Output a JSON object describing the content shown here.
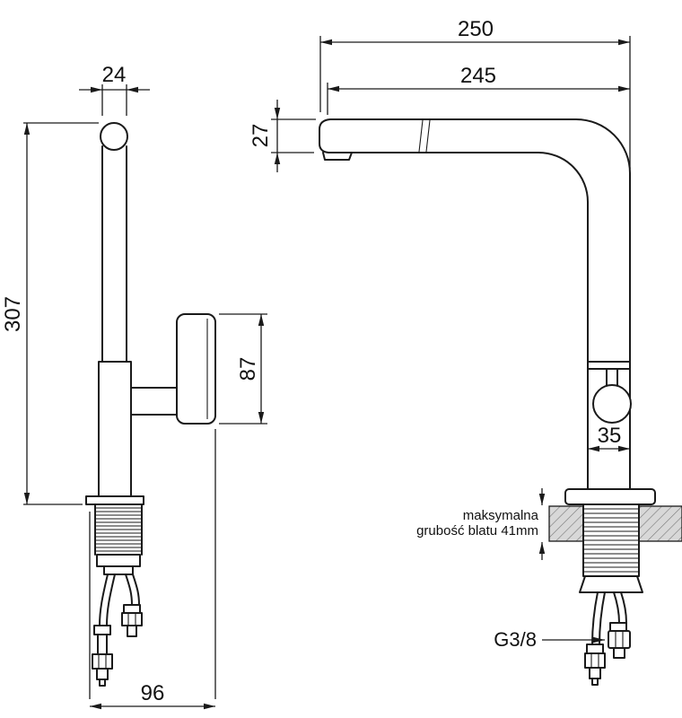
{
  "labels": {
    "width_24": "24",
    "height_307": "307",
    "handle_87": "87",
    "depth_96": "96",
    "reach_250": "250",
    "reach_245": "245",
    "spout_27": "27",
    "body_35": "35",
    "note_line1": "maksymalna",
    "note_line2": "grubość blatu 41mm",
    "thread": "G3/8"
  },
  "colors": {
    "line": "#1a1a1a",
    "text": "#111111",
    "countertop_fill": "#d8d8d8",
    "hatch_line": "#777777",
    "background": "#ffffff"
  }
}
